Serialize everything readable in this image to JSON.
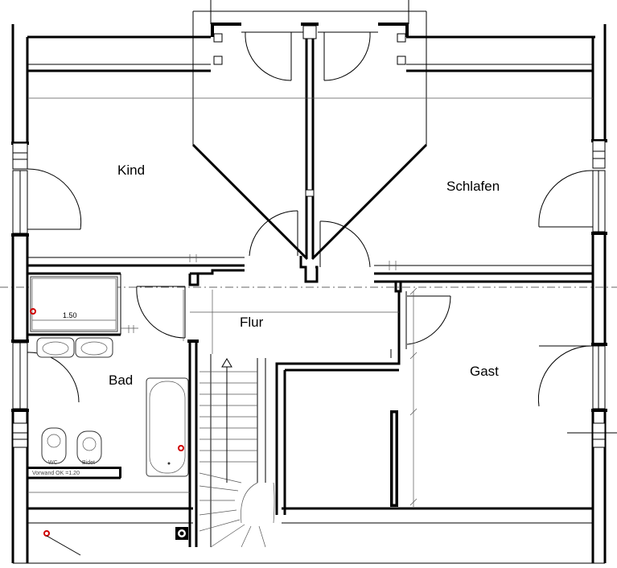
{
  "rooms": {
    "kind": "Kind",
    "schlafen": "Schlafen",
    "flur": "Flur",
    "bad": "Bad",
    "gast": "Gast"
  },
  "dimensions": {
    "shower_width": "1.50",
    "vorwand": "Vorwand OK =1.20"
  },
  "fixtures": {
    "wc": "WC",
    "bidet": "Bidet"
  }
}
